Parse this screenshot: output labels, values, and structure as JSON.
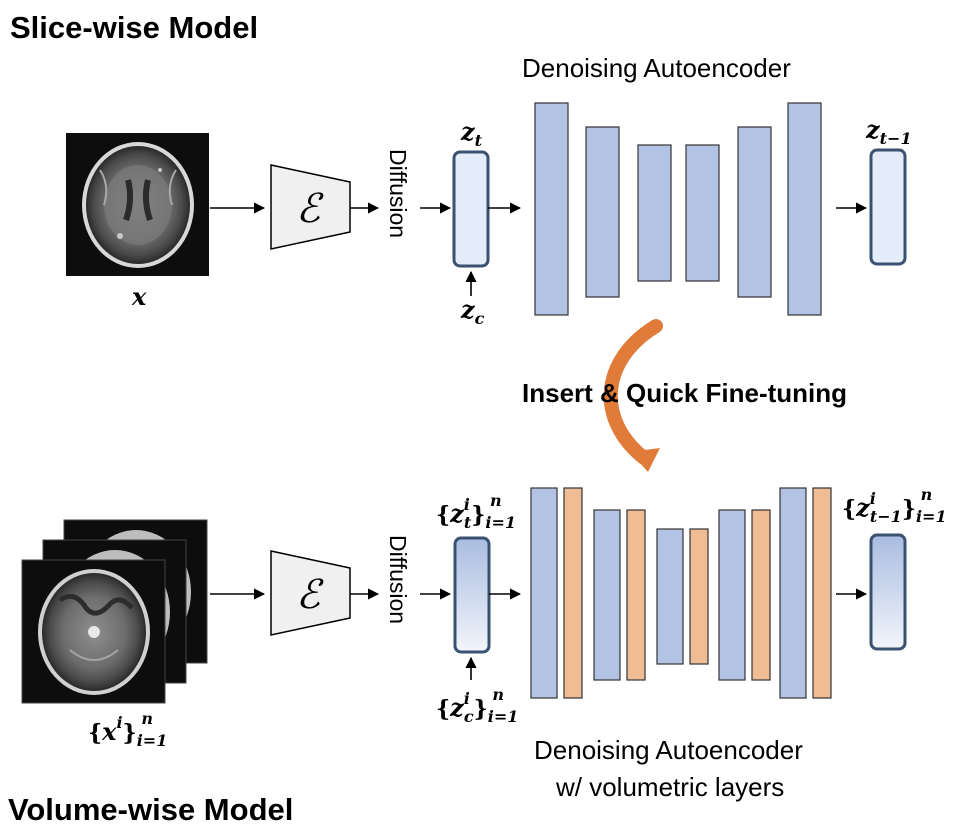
{
  "titles": {
    "slice_wise": "Slice-wise Model",
    "volume_wise": "Volume-wise Model"
  },
  "top": {
    "autoencoder_label": "Denoising Autoencoder",
    "encoder_symbol": "ℰ",
    "diffusion_label": "Diffusion",
    "input_label": "x",
    "latent_in": {
      "base": "z",
      "sub": "t"
    },
    "condition": {
      "base": "z",
      "sub": "c"
    },
    "latent_out": {
      "base": "z",
      "sub": "t−1"
    }
  },
  "middle": {
    "insert_label": "Insert & Quick Fine-tuning"
  },
  "bottom": {
    "autoencoder_label_line1": "Denoising Autoencoder",
    "autoencoder_label_line2": "w/ volumetric layers",
    "encoder_symbol": "ℰ",
    "diffusion_label": "Diffusion",
    "input_label": {
      "open": "{",
      "base": "x",
      "sup": "i",
      "close": "}",
      "sub": "i=1",
      "sup2": "n"
    },
    "latent_in": {
      "open": "{",
      "base": "z",
      "sub": "t",
      "sup": "i",
      "close": "}",
      "range": "i=1",
      "n": "n"
    },
    "condition": {
      "open": "{",
      "base": "z",
      "sub": "c",
      "sup": "i",
      "close": "}",
      "range": "i=1",
      "n": "n"
    },
    "latent_out": {
      "open": "{",
      "base": "z",
      "sub": "t−1",
      "sup": "i",
      "close": "}",
      "range": "i=1",
      "n": "n"
    }
  },
  "colors": {
    "blue_block": "#b3c3e3",
    "orange_block": "#f0bc94",
    "latent_fill": "#e3ecf8",
    "latent_border": "#3a5270",
    "encoder_fill": "#f0f0f0",
    "arc_orange": "#e07b3a"
  }
}
